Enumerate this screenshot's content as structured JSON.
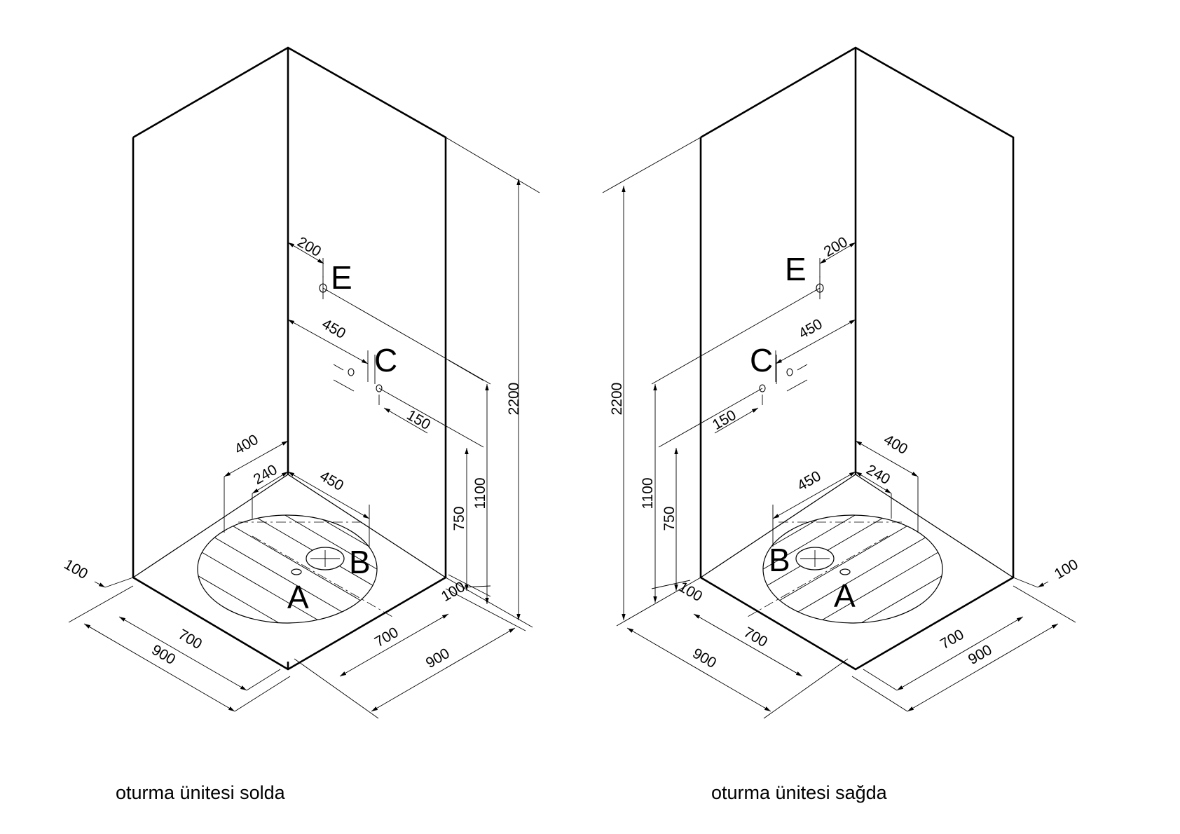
{
  "captions": {
    "left": "oturma ünitesi solda",
    "right": "oturma ünitesi sağda"
  },
  "markers": {
    "A": "A",
    "B": "B",
    "C": "C",
    "E": "E"
  },
  "dimensions": {
    "height_total": "2200",
    "height_e": "1100",
    "height_c": "750",
    "offset_e": "200",
    "offset_c": "450",
    "offset_c_pair": "150",
    "offset_a": "400",
    "offset_a_inner": "240",
    "offset_b": "450",
    "base_margin": "100",
    "tray_inner": "700",
    "tray_outer": "900"
  }
}
